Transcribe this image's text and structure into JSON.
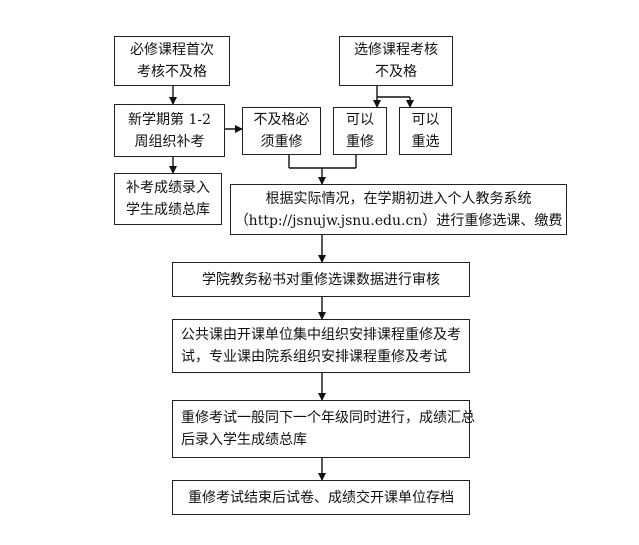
{
  "boxes": {
    "required_fail": [
      "必修课程首次",
      "考核不及格"
    ],
    "elective_fail": [
      "选修课程考核",
      "不及格"
    ],
    "makeup_exam": [
      "新学期第 1-2",
      "周组织补考"
    ],
    "must_retake": [
      "不及格必",
      "须重修"
    ],
    "can_retake": [
      "可以",
      "重修"
    ],
    "can_reselect": [
      "可以",
      "重选"
    ],
    "makeup_entry": [
      "补考成绩录入",
      "学生成绩总库"
    ],
    "system_register": [
      "根据实际情况，在学期初进入个人教务系统",
      "（http://jsnujw.jsnu.edu.cn）进行重修选课、缴费"
    ],
    "secretary_review": [
      "学院教务秘书对重修选课数据进行审核"
    ],
    "arrange_courses": [
      "公共课由开课单位集中组织安排课程重修及考",
      "试，专业课由院系组织安排课程重修及考试"
    ],
    "exam_records": [
      "重修考试一般同下一个年级同时进行，成绩汇总",
      "后录入学生成绩总库"
    ],
    "archive": [
      "重修考试结束后试卷、成绩交开课单位存档"
    ]
  }
}
